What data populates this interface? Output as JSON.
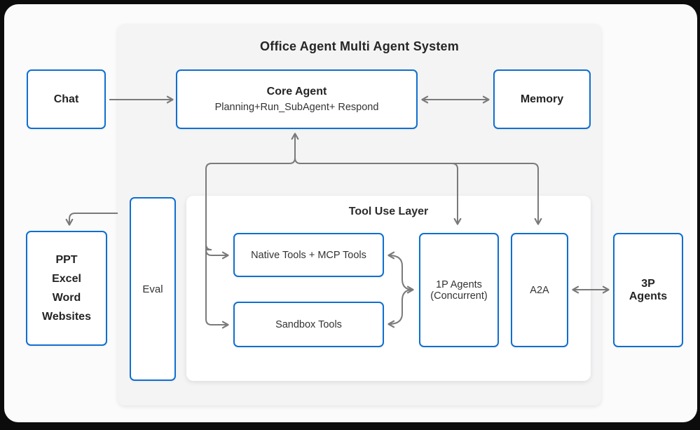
{
  "colors": {
    "accent_blue": "#0f6fd0",
    "arrow_gray": "#7a7a7a",
    "panel_gray": "#f4f4f5",
    "card_white": "#fbfbfb",
    "background_black": "#0c0c0c"
  },
  "system_panel": {
    "title": "Office Agent Multi Agent System"
  },
  "tool_layer": {
    "title": "Tool Use Layer"
  },
  "nodes": {
    "chat": {
      "label": "Chat"
    },
    "core_agent": {
      "title": "Core Agent",
      "subtitle": "Planning+Run_SubAgent+ Respond"
    },
    "memory": {
      "label": "Memory"
    },
    "native_tools": {
      "label": "Native Tools + MCP Tools"
    },
    "sandbox_tools": {
      "label": "Sandbox Tools"
    },
    "one_p_agents": {
      "line1": "1P Agents",
      "line2": "(Concurrent)"
    },
    "a2a": {
      "label": "A2A"
    },
    "three_p_agents": {
      "line1": "3P",
      "line2": "Agents"
    },
    "eval": {
      "label": "Eval"
    },
    "office_outputs": {
      "lines": [
        "PPT",
        "Excel",
        "Word",
        "Websites"
      ]
    }
  }
}
